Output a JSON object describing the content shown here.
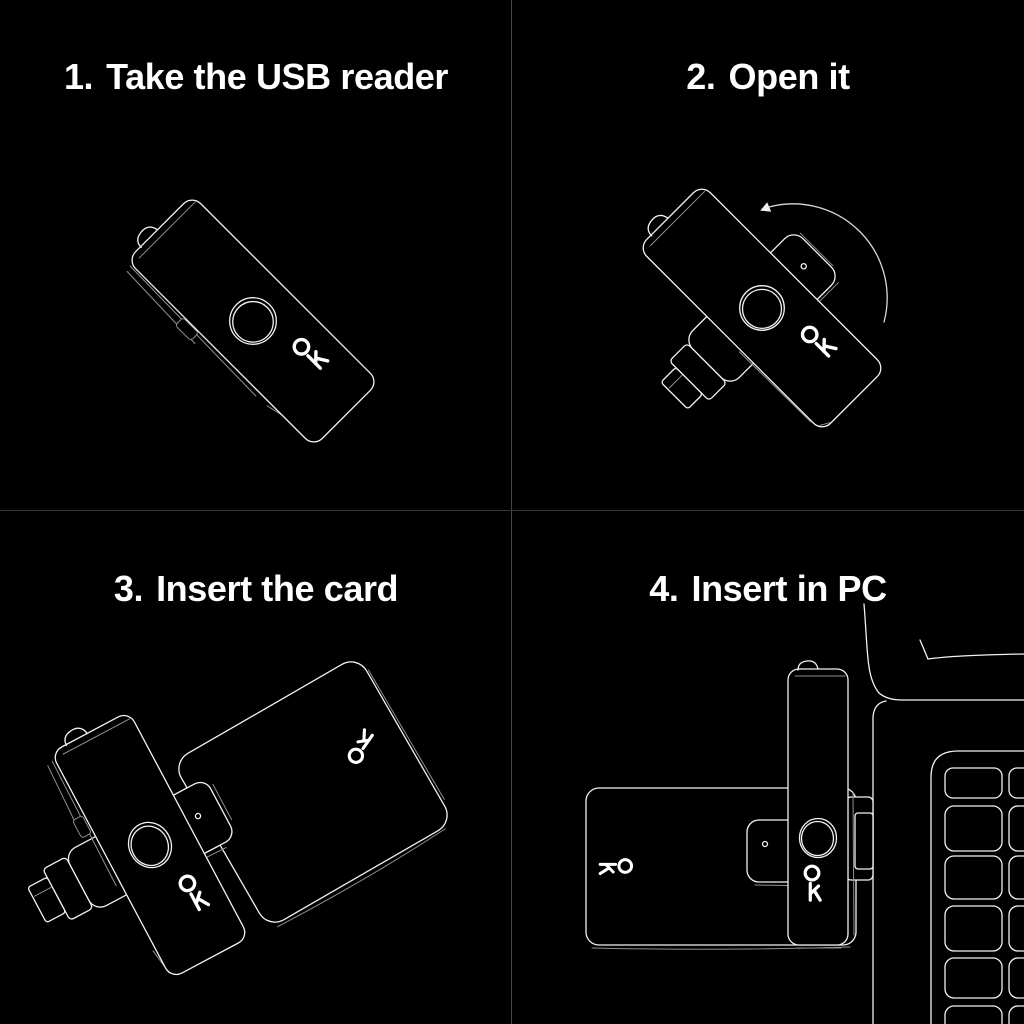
{
  "steps": [
    {
      "number": "1.",
      "label": "Take the USB reader"
    },
    {
      "number": "2.",
      "label": "Open it"
    },
    {
      "number": "3.",
      "label": "Insert the card"
    },
    {
      "number": "4.",
      "label": "Insert in PC"
    }
  ],
  "branding": {
    "device_logo_text": "Ok"
  },
  "icons": {
    "ok_logo": "Ok",
    "rotation_arrow": "↺"
  },
  "colors": {
    "background": "#000000",
    "line": "#f2f2f2",
    "line_dim": "#8f8f8f",
    "text": "#ffffff",
    "divider_vertical": "#454545",
    "divider_horizontal": "#353535"
  }
}
